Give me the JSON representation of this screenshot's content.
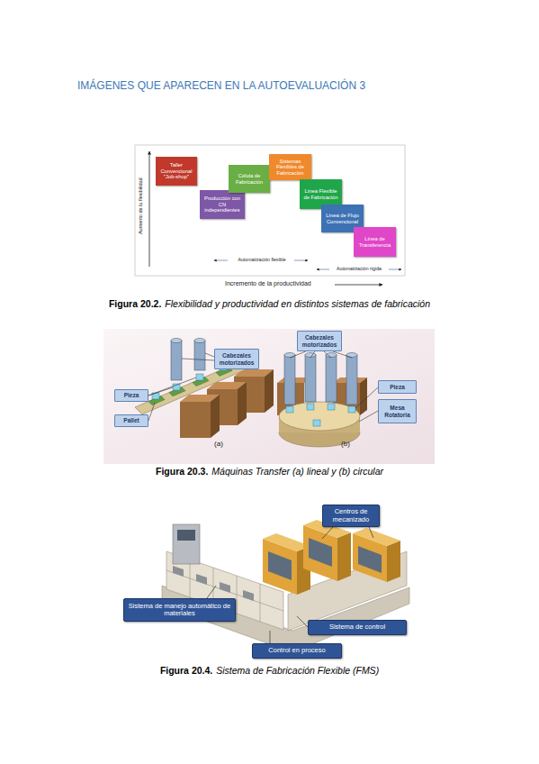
{
  "diagram": {
    "title": "IMÁGENES QUE APARECEN EN LA AUTOEVALUACIÓN 3",
    "nodes": [
      {
        "text": [
          "Taller Convencional \"Job-shop\""
        ]
      },
      {
        "text": [
          "Producción con CN independientes"
        ]
      },
      {
        "text": [
          "Célula de Fabricación"
        ]
      },
      {
        "text": [
          "Sistemas Flexibles de Fabricación"
        ]
      },
      {
        "text": [
          "Línea Flexible de Fabricación"
        ]
      },
      {
        "text": [
          "Línea de Flujo Convencional"
        ]
      },
      {
        "text": [
          "Línea de Transferencia"
        ]
      },
      {
        "text": [
          "Cabezales motorizados"
        ]
      },
      {
        "text": [
          "Pieza"
        ]
      },
      {
        "text": [
          "Pallet"
        ]
      },
      {
        "text": [
          "Cabezales motorizados"
        ]
      },
      {
        "text": [
          "Pieza"
        ]
      },
      {
        "text": [
          "Mesa Rotatoria"
        ]
      },
      {
        "text": [
          "Centros de mecanizado"
        ]
      },
      {
        "text": [
          "Sistema de manejo automático de materiales"
        ]
      },
      {
        "text": [
          "Sistema de control"
        ]
      },
      {
        "text": [
          "Control en proceso"
        ]
      }
    ],
    "labels": [
      "Aumento de la flexibilidad",
      "Automatización flexible",
      "Automatización rígida",
      "Incremento de la productividad",
      "Figura 20.2.",
      "Flexibilidad y productividad en distintos sistemas de fabricación",
      "(a)",
      "(b)",
      "Figura 20.3.",
      "Máquinas Transfer (a) lineal y (b) circular",
      "Figura 20.4.",
      "Sistema de Fabricación Flexible (FMS)"
    ]
  }
}
